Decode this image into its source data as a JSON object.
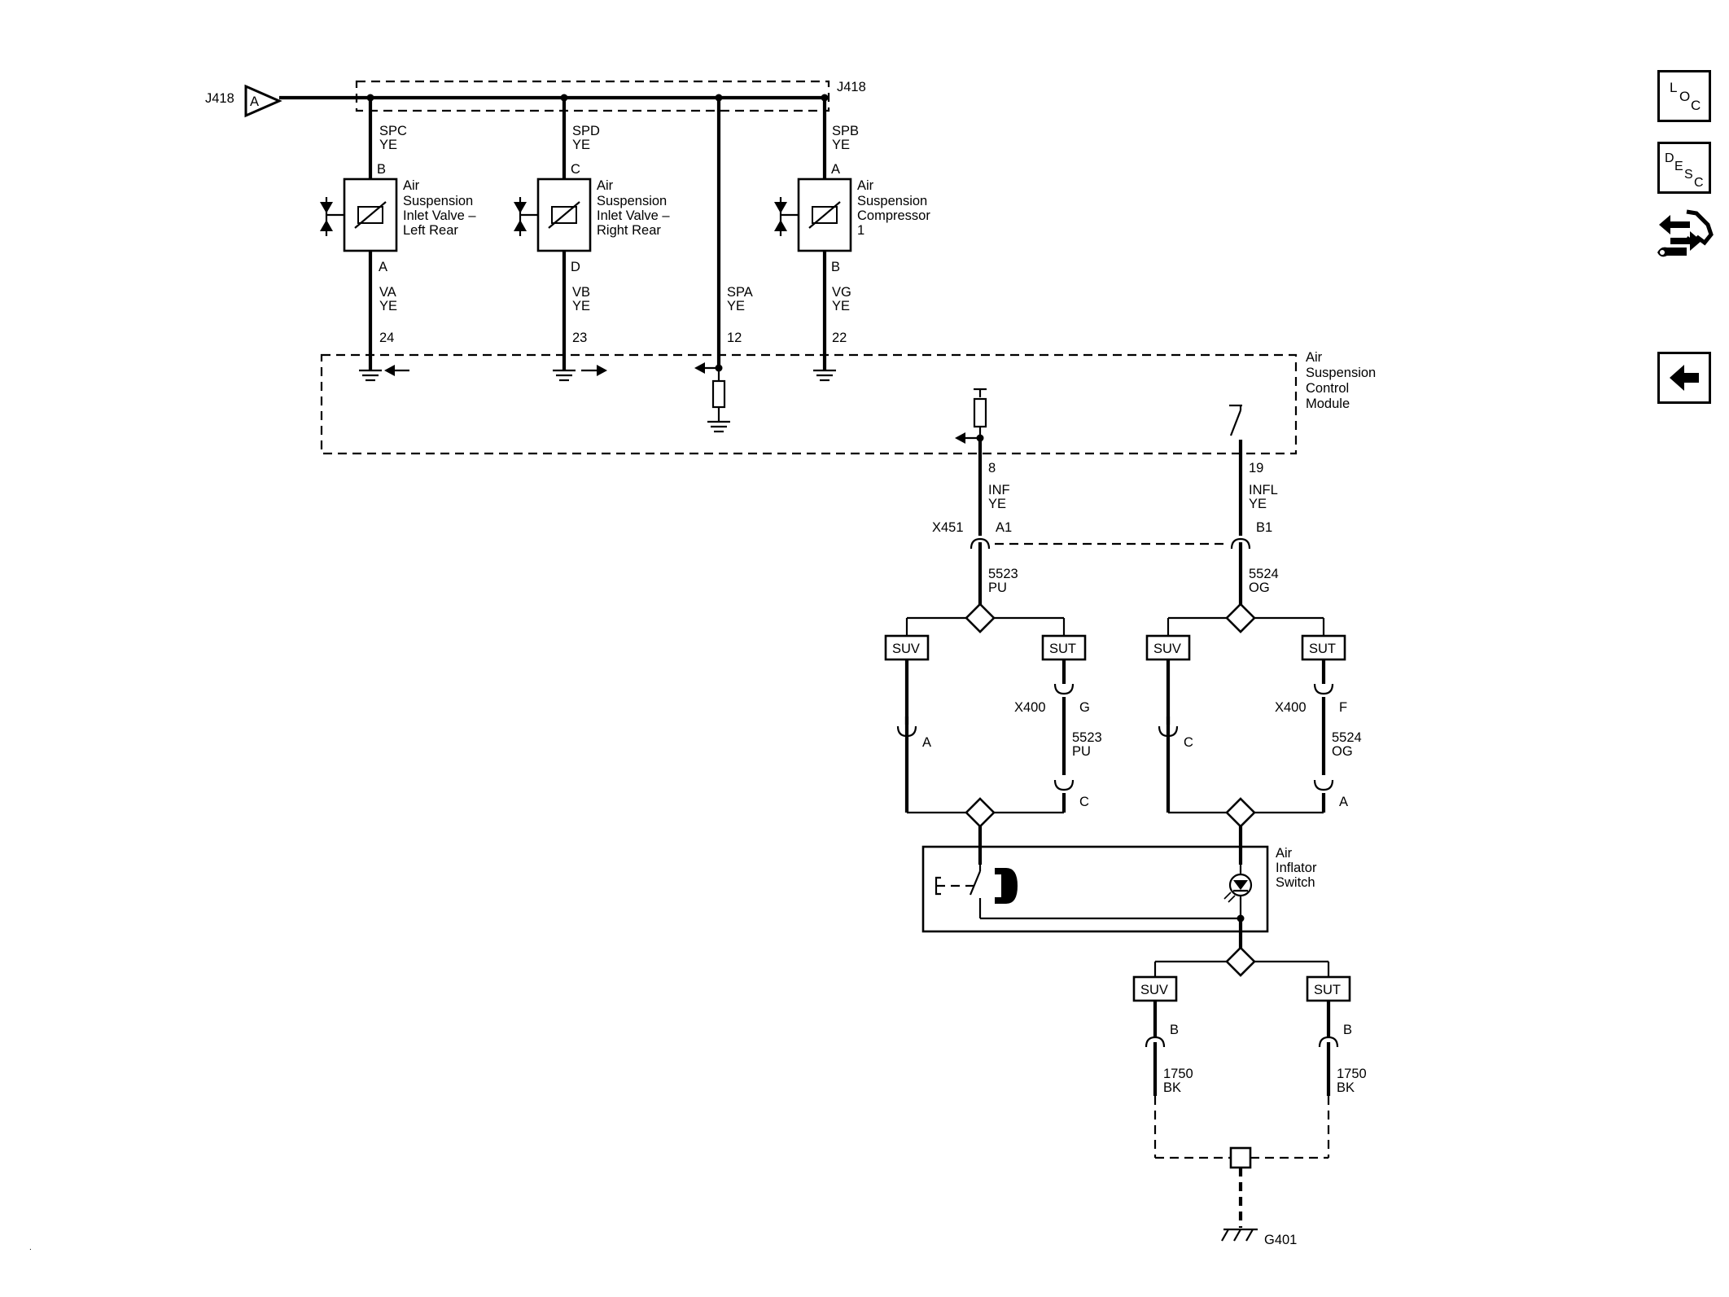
{
  "sidebar": {
    "loc_label": {
      "l1": "L",
      "l2": "O",
      "l3": "C"
    },
    "desc_label": {
      "l1": "D",
      "l2": "E",
      "l3": "S",
      "l4": "C"
    }
  },
  "labels": {
    "j418_left": "J418",
    "j418_tri": "A",
    "j418_right": "J418",
    "spc": "SPC",
    "spc_c": "YE",
    "pin_lr_top": "B",
    "spd": "SPD",
    "spd_c": "YE",
    "pin_rr_top": "C",
    "spb": "SPB",
    "spb_c": "YE",
    "pin_comp_top": "A",
    "lr_l1": "Air",
    "lr_l2": "Suspension",
    "lr_l3": "Inlet Valve –",
    "lr_l4": "Left Rear",
    "rr_l1": "Air",
    "rr_l2": "Suspension",
    "rr_l3": "Inlet Valve –",
    "rr_l4": "Right Rear",
    "cp_l1": "Air",
    "cp_l2": "Suspension",
    "cp_l3": "Compressor",
    "cp_l4": "1",
    "pin_lr_bot": "A",
    "pin_rr_bot": "D",
    "pin_comp_bot": "B",
    "va": "VA",
    "va_c": "YE",
    "vb": "VB",
    "vb_c": "YE",
    "spa": "SPA",
    "spa_c": "YE",
    "vg": "VG",
    "vg_c": "YE",
    "n24": "24",
    "n23": "23",
    "n12": "12",
    "n22": "22",
    "mod_l1": "Air",
    "mod_l2": "Suspension",
    "mod_l3": "Control",
    "mod_l4": "Module",
    "n8": "8",
    "inf": "INF",
    "inf_c": "YE",
    "n19": "19",
    "infl": "INFL",
    "infl_c": "YE",
    "x451": "X451",
    "a1": "A1",
    "b1": "B1",
    "w5523": "5523",
    "pu": "PU",
    "w5524": "5524",
    "og": "OG",
    "suv": "SUV",
    "sut": "SUT",
    "x400_left": "X400",
    "g": "G",
    "x400_right": "X400",
    "f": "F",
    "pin_a_left": "A",
    "pin_c_left": "C",
    "pin_c_right": "C",
    "pin_a_right": "A",
    "w5523b": "5523",
    "pub": "PU",
    "w5524b": "5524",
    "ogb": "OG",
    "sw_l1": "Air",
    "sw_l2": "Inflator",
    "sw_l3": "Switch",
    "pin_b_left": "B",
    "pin_b_right": "B",
    "w1750a": "1750",
    "bka": "BK",
    "w1750b": "1750",
    "bkb": "BK",
    "g401": "G401"
  }
}
